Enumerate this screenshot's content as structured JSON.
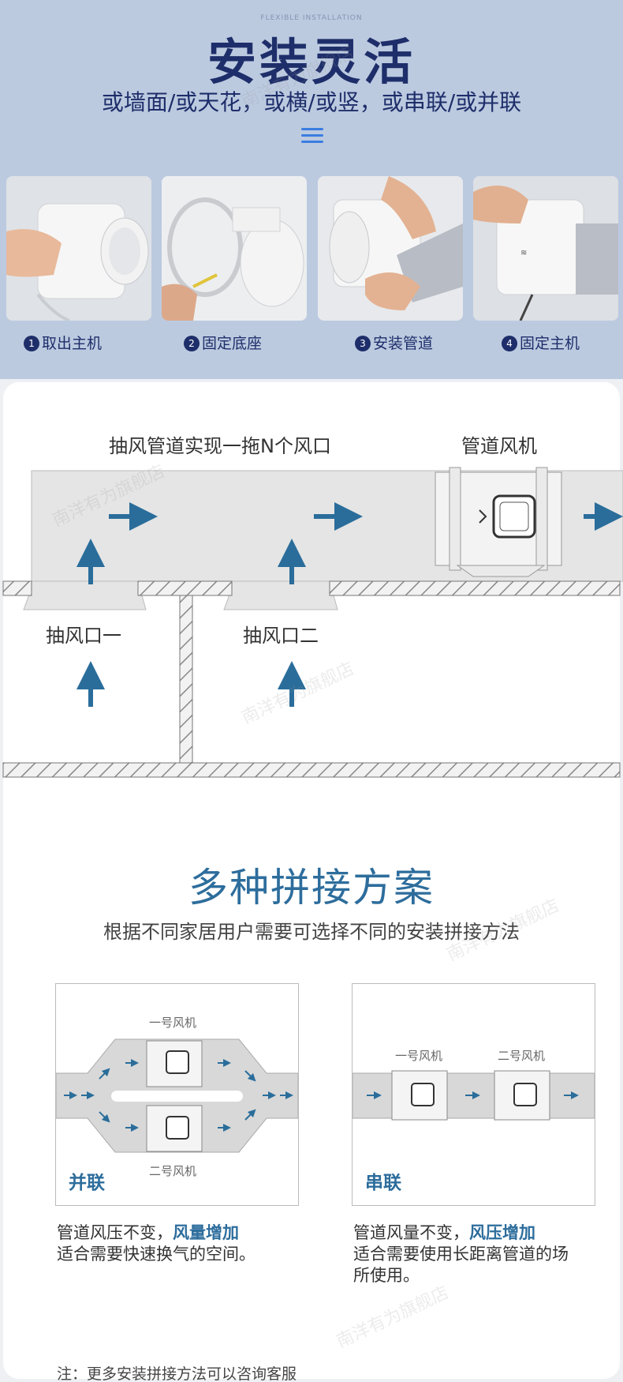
{
  "header": {
    "en_caption": "FLEXIBLE INSTALLATION",
    "title": "安装灵活",
    "subtitle": "或墙面/或天花，或横/或竖，或串联/或并联"
  },
  "steps": [
    {
      "num": "1",
      "label": "取出主机"
    },
    {
      "num": "2",
      "label": "固定底座"
    },
    {
      "num": "3",
      "label": "安装管道"
    },
    {
      "num": "4",
      "label": "固定主机"
    }
  ],
  "duct_diagram": {
    "top_label": "抽风管道实现一拖N个风口",
    "fan_label": "管道风机",
    "vent1": "抽风口一",
    "vent2": "抽风口二"
  },
  "schemes": {
    "title": "多种拼接方案",
    "subtitle": "根据不同家居用户需要可选择不同的安装拼接方法",
    "parallel": {
      "title": "并联",
      "fan1": "一号风机",
      "fan2": "二号风机",
      "desc_prefix": "管道风压不变，",
      "desc_highlight": "风量增加",
      "desc_line2": "适合需要快速换气的空间。"
    },
    "series": {
      "title": "串联",
      "fan1": "一号风机",
      "fan2": "二号风机",
      "desc_prefix": "管道风量不变，",
      "desc_highlight": "风压增加",
      "desc_line2": "适合需要使用长距离管道的场",
      "desc_line3": "所使用。"
    },
    "note": "注：更多安装拼接方法可以咨询客服"
  },
  "watermark": "南洋有为旗舰店",
  "colors": {
    "hero_bg": "#bccae0",
    "title": "#1e2e6a",
    "accent": "#2d6d9c",
    "arrow": "#2a6d9b"
  }
}
